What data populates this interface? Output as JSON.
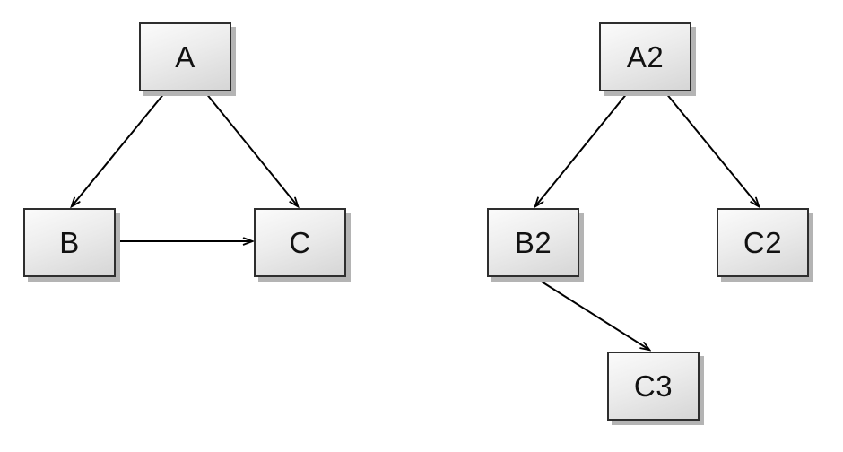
{
  "diagram": {
    "background": "#ffffff",
    "colors": {
      "node_fill_top": "#fbfbfb",
      "node_fill_bottom": "#d6d6d6",
      "node_border": "#2e2e2e",
      "node_shadow": "#b4b4b4",
      "edge": "#000000",
      "label_text": "#111111"
    },
    "graphs": [
      {
        "name": "left-graph",
        "nodes": [
          {
            "id": "A",
            "label": "A"
          },
          {
            "id": "B",
            "label": "B"
          },
          {
            "id": "C",
            "label": "C"
          }
        ],
        "edges": [
          {
            "from": "A",
            "to": "B"
          },
          {
            "from": "A",
            "to": "C"
          },
          {
            "from": "B",
            "to": "C"
          }
        ]
      },
      {
        "name": "right-graph",
        "nodes": [
          {
            "id": "A2",
            "label": "A2"
          },
          {
            "id": "B2",
            "label": "B2"
          },
          {
            "id": "C2",
            "label": "C2"
          },
          {
            "id": "C3",
            "label": "C3"
          }
        ],
        "edges": [
          {
            "from": "A2",
            "to": "B2"
          },
          {
            "from": "A2",
            "to": "C2"
          },
          {
            "from": "B2",
            "to": "C3"
          }
        ]
      }
    ]
  }
}
